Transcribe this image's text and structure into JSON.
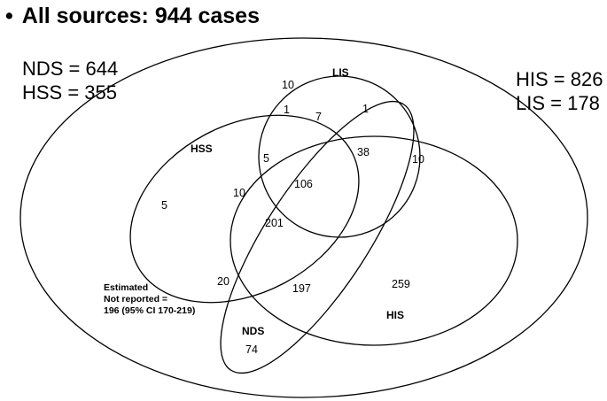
{
  "heading": {
    "bullet": "•",
    "title": "All sources: 944 cases"
  },
  "totals_left": [
    "NDS = 644",
    "HSS = 355"
  ],
  "totals_right": [
    "HIS = 826",
    "LIS = 178"
  ],
  "sets": {
    "lis": "LIS",
    "hss": "HSS",
    "nds": "NDS",
    "his": "HIS"
  },
  "regions": {
    "lis_only": "10",
    "hss_lis": "1",
    "hss_lis_top": "7",
    "lis_his_top": "1",
    "lis_his": "38",
    "lis_his_right": "10",
    "hss_nds_lis": "5",
    "hss_only": "5",
    "hss_nds": "10",
    "all_four": "106",
    "hss_nds_his": "201",
    "hss_nds_low": "20",
    "nds_his": "197",
    "his_only": "259",
    "nds_only": "74"
  },
  "not_reported": [
    "Estimated",
    "Not reported =",
    "196 (95% CI 170-219)"
  ]
}
